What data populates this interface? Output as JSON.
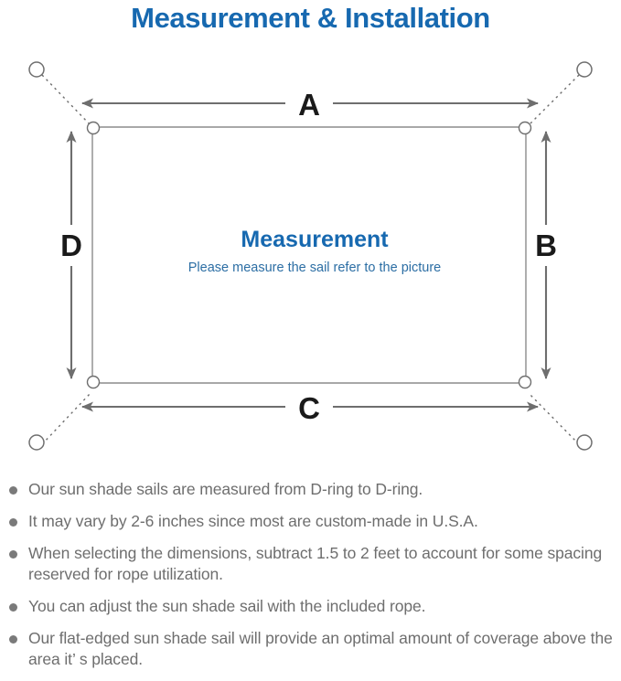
{
  "header": {
    "title": "Measurement & Installation"
  },
  "diagram": {
    "center_title": "Measurement",
    "center_subtitle": "Please measure the sail refer to the picture",
    "dimension_labels": {
      "top": "A",
      "right": "B",
      "bottom": "C",
      "left": "D"
    },
    "colors": {
      "title_blue": "#1769b0",
      "subtitle_blue": "#2c6ea4",
      "line_gray": "#6e6e6e",
      "sail_border": "#8c8c8c",
      "label_black": "#1a1a1a",
      "bullet_gray": "#7a7a7a",
      "note_text_gray": "#6e6e6e"
    },
    "parts": {
      "sail_panel": "sun-shade-sail-rectangle",
      "d_rings": [
        "d-ring-top-left",
        "d-ring-top-right",
        "d-ring-bottom-right",
        "d-ring-bottom-left"
      ],
      "anchor_points": [
        "anchor-top-left",
        "anchor-top-right",
        "anchor-bottom-right",
        "anchor-bottom-left"
      ],
      "ropes": [
        "rope-top-left",
        "rope-top-right",
        "rope-bottom-right",
        "rope-bottom-left"
      ]
    }
  },
  "notes": [
    "Our sun shade sails are measured from D-ring to D-ring.",
    "It may vary by 2-6 inches since most are custom-made in U.S.A.",
    "When selecting the dimensions, subtract 1.5 to 2 feet to account for some spacing reserved for rope utilization.",
    "You can adjust the sun shade sail with the included rope.",
    "Our flat-edged sun shade sail will provide an optimal amount of coverage above the area it’  s placed."
  ]
}
